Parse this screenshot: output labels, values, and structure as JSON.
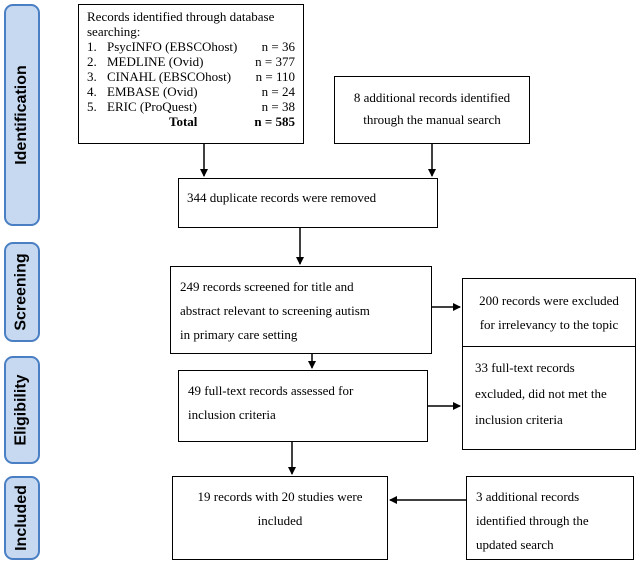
{
  "phases": {
    "identification": "Identification",
    "screening": "Screening",
    "eligibility": "Eligibility",
    "included": "Included"
  },
  "records_box": {
    "heading_line1": "Records identified through database",
    "heading_line2": "searching:",
    "sources": [
      {
        "num": "1.",
        "name": "PsycINFO (EBSCOhost)",
        "count": "n = 36"
      },
      {
        "num": "2.",
        "name": "MEDLINE (Ovid)",
        "count": "n = 377"
      },
      {
        "num": "3.",
        "name": "CINAHL (EBSCOhost)",
        "count": "n = 110"
      },
      {
        "num": "4.",
        "name": "EMBASE (Ovid)",
        "count": "n = 24"
      },
      {
        "num": "5.",
        "name": "ERIC (ProQuest)",
        "count": "n = 38"
      }
    ],
    "total_label": "Total",
    "total_value": "n = 585"
  },
  "manual_box": {
    "line1": "8 additional records identified",
    "line2": "through the manual search"
  },
  "duplicates_box": {
    "text": "344 duplicate records were removed"
  },
  "screened_box": {
    "line1": "249 records screened for title and",
    "line2": "abstract relevant to screening autism",
    "line3": "in primary care setting"
  },
  "excluded1_box": {
    "line1": "200 records were excluded",
    "line2": "for irrelevancy to the topic"
  },
  "fulltext_box": {
    "line1": "49 full-text records assessed for",
    "line2": "inclusion criteria"
  },
  "excluded2_box": {
    "line1": "33 full-text records",
    "line2": "excluded, did not met the",
    "line3": "inclusion criteria"
  },
  "included_box": {
    "line1": "19 records with 20 studies were",
    "line2": "included"
  },
  "updated_box": {
    "line1": "3 additional records",
    "line2": "identified through the",
    "line3": "updated search"
  }
}
